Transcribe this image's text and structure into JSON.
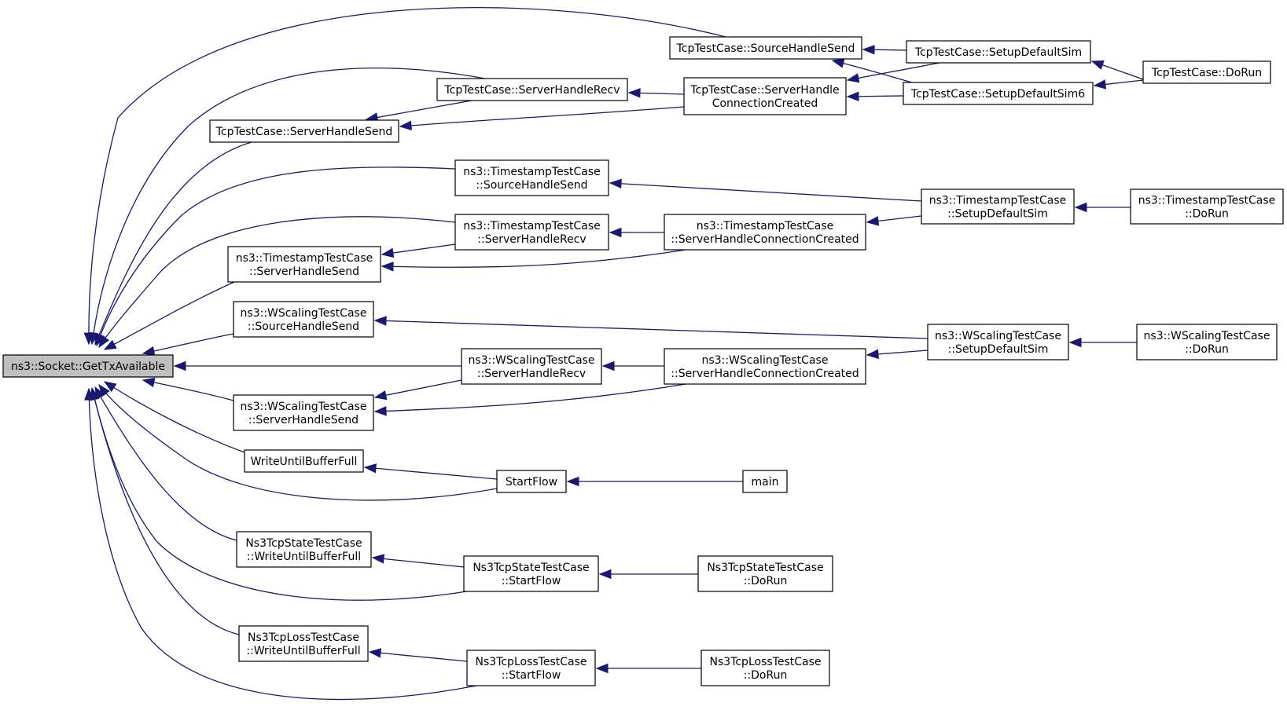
{
  "colors": {
    "edge": "#191970",
    "root_fill": "#bfbfbf",
    "node_fill": "#ffffff"
  },
  "nodes": {
    "root": [
      "ns3::Socket::GetTxAvailable"
    ],
    "tcp_source_send": [
      "TcpTestCase::SourceHandleSend"
    ],
    "tcp_setup": [
      "TcpTestCase::SetupDefaultSim"
    ],
    "tcp_dorun": [
      "TcpTestCase::DoRun"
    ],
    "tcp_server_recv": [
      "TcpTestCase::ServerHandleRecv"
    ],
    "tcp_conn_created": [
      "TcpTestCase::ServerHandle",
      "ConnectionCreated"
    ],
    "tcp_setup6": [
      "TcpTestCase::SetupDefaultSim6"
    ],
    "tcp_server_send": [
      "TcpTestCase::ServerHandleSend"
    ],
    "ts_source_send": [
      "ns3::TimestampTestCase",
      "::SourceHandleSend"
    ],
    "ts_setup": [
      "ns3::TimestampTestCase",
      "::SetupDefaultSim"
    ],
    "ts_dorun": [
      "ns3::TimestampTestCase",
      "::DoRun"
    ],
    "ts_server_recv": [
      "ns3::TimestampTestCase",
      "::ServerHandleRecv"
    ],
    "ts_conn_created": [
      "ns3::TimestampTestCase",
      "::ServerHandleConnectionCreated"
    ],
    "ts_server_send": [
      "ns3::TimestampTestCase",
      "::ServerHandleSend"
    ],
    "ws_source_send": [
      "ns3::WScalingTestCase",
      "::SourceHandleSend"
    ],
    "ws_setup": [
      "ns3::WScalingTestCase",
      "::SetupDefaultSim"
    ],
    "ws_dorun": [
      "ns3::WScalingTestCase",
      "::DoRun"
    ],
    "ws_server_recv": [
      "ns3::WScalingTestCase",
      "::ServerHandleRecv"
    ],
    "ws_conn_created": [
      "ns3::WScalingTestCase",
      "::ServerHandleConnectionCreated"
    ],
    "ws_server_send": [
      "ns3::WScalingTestCase",
      "::ServerHandleSend"
    ],
    "write_until_full": [
      "WriteUntilBufferFull"
    ],
    "start_flow": [
      "StartFlow"
    ],
    "main": [
      "main"
    ],
    "state_write": [
      "Ns3TcpStateTestCase",
      "::WriteUntilBufferFull"
    ],
    "state_start": [
      "Ns3TcpStateTestCase",
      "::StartFlow"
    ],
    "state_dorun": [
      "Ns3TcpStateTestCase",
      "::DoRun"
    ],
    "loss_write": [
      "Ns3TcpLossTestCase",
      "::WriteUntilBufferFull"
    ],
    "loss_start": [
      "Ns3TcpLossTestCase",
      "::StartFlow"
    ],
    "loss_dorun": [
      "Ns3TcpLossTestCase",
      "::DoRun"
    ]
  },
  "edges": [
    [
      "tcp_source_send",
      "root"
    ],
    [
      "tcp_server_recv",
      "root"
    ],
    [
      "tcp_server_send",
      "root"
    ],
    [
      "ts_source_send",
      "root"
    ],
    [
      "ts_server_recv",
      "root"
    ],
    [
      "ts_server_send",
      "root"
    ],
    [
      "ws_source_send",
      "root"
    ],
    [
      "ws_server_recv",
      "root"
    ],
    [
      "ws_server_send",
      "root"
    ],
    [
      "write_until_full",
      "root"
    ],
    [
      "start_flow",
      "root"
    ],
    [
      "state_write",
      "root"
    ],
    [
      "state_start",
      "root"
    ],
    [
      "loss_write",
      "root"
    ],
    [
      "loss_start",
      "root"
    ],
    [
      "tcp_setup",
      "tcp_source_send"
    ],
    [
      "tcp_setup6",
      "tcp_source_send"
    ],
    [
      "tcp_dorun",
      "tcp_setup"
    ],
    [
      "tcp_dorun",
      "tcp_setup6"
    ],
    [
      "tcp_conn_created",
      "tcp_server_recv"
    ],
    [
      "tcp_conn_created",
      "tcp_server_send"
    ],
    [
      "tcp_server_recv",
      "tcp_server_send"
    ],
    [
      "tcp_setup",
      "tcp_conn_created"
    ],
    [
      "tcp_setup6",
      "tcp_conn_created"
    ],
    [
      "ts_setup",
      "ts_source_send"
    ],
    [
      "ts_dorun",
      "ts_setup"
    ],
    [
      "ts_conn_created",
      "ts_server_recv"
    ],
    [
      "ts_conn_created",
      "ts_server_send"
    ],
    [
      "ts_server_recv",
      "ts_server_send"
    ],
    [
      "ts_setup",
      "ts_conn_created"
    ],
    [
      "ws_setup",
      "ws_source_send"
    ],
    [
      "ws_dorun",
      "ws_setup"
    ],
    [
      "ws_conn_created",
      "ws_server_recv"
    ],
    [
      "ws_conn_created",
      "ws_server_send"
    ],
    [
      "ws_server_recv",
      "ws_server_send"
    ],
    [
      "ws_setup",
      "ws_conn_created"
    ],
    [
      "start_flow",
      "write_until_full"
    ],
    [
      "main",
      "start_flow"
    ],
    [
      "state_start",
      "state_write"
    ],
    [
      "state_dorun",
      "state_start"
    ],
    [
      "loss_start",
      "loss_write"
    ],
    [
      "loss_dorun",
      "loss_start"
    ]
  ]
}
